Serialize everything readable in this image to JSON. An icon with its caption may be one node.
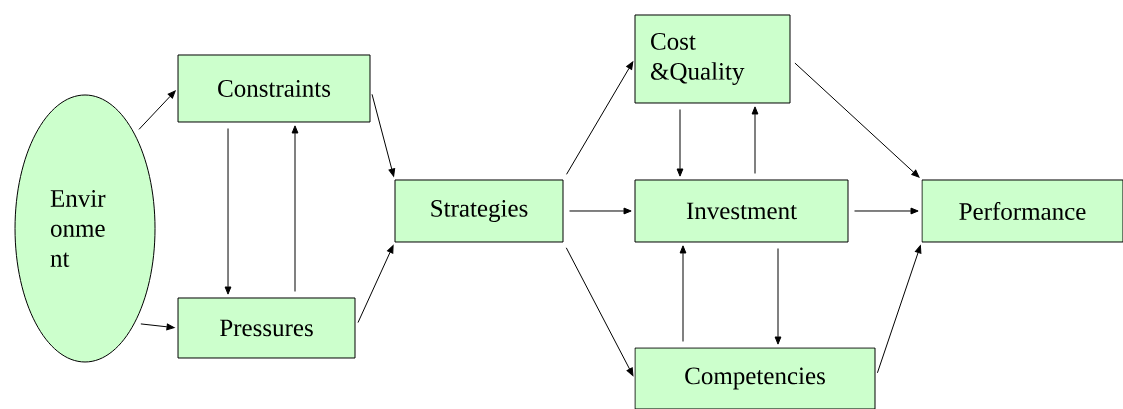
{
  "diagram": {
    "nodes": [
      {
        "text": [
          "Envir onme nt"
        ]
      },
      {
        "text": [
          "Constraints"
        ]
      },
      {
        "text": [
          "Pressures"
        ]
      },
      {
        "text": [
          "Strategies"
        ]
      },
      {
        "text": [
          "Cost &Quality"
        ]
      },
      {
        "text": [
          "Investment"
        ]
      },
      {
        "text": [
          "Competencies"
        ]
      },
      {
        "text": [
          "Performance"
        ]
      }
    ],
    "edges": [
      {
        "from": 0,
        "to": 1,
        "arrow": "to"
      },
      {
        "from": 0,
        "to": 2,
        "arrow": "to"
      },
      {
        "from": 1,
        "to": 2,
        "arrow": "to"
      },
      {
        "from": 2,
        "to": 1,
        "arrow": "to"
      },
      {
        "from": 1,
        "to": 3,
        "arrow": "to"
      },
      {
        "from": 2,
        "to": 3,
        "arrow": "to"
      },
      {
        "from": 3,
        "to": 4,
        "arrow": "to"
      },
      {
        "from": 3,
        "to": 5,
        "arrow": "to"
      },
      {
        "from": 3,
        "to": 6,
        "arrow": "to"
      },
      {
        "from": 4,
        "to": 5,
        "arrow": "to"
      },
      {
        "from": 5,
        "to": 4,
        "arrow": "to"
      },
      {
        "from": 6,
        "to": 5,
        "arrow": "to"
      },
      {
        "from": 5,
        "to": 6,
        "arrow": "to"
      },
      {
        "from": 4,
        "to": 7,
        "arrow": "to"
      },
      {
        "from": 5,
        "to": 7,
        "arrow": "to"
      },
      {
        "from": 6,
        "to": 7,
        "arrow": "to"
      }
    ]
  }
}
